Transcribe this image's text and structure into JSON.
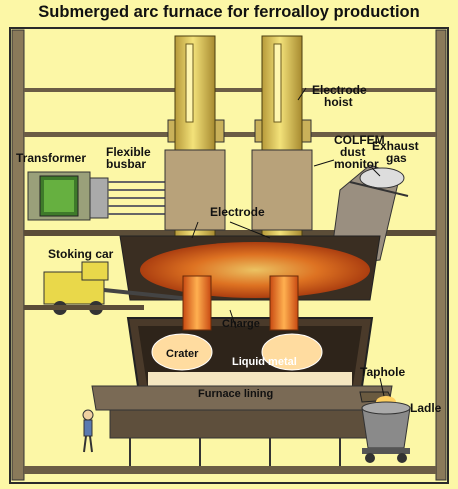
{
  "title": "Submerged arc furnace for ferroalloy production",
  "labels": {
    "electrode_hoist": [
      "Electrode",
      "hoist"
    ],
    "colfem": [
      "COLFEM",
      "dust",
      "monitor"
    ],
    "exhaust_gas": [
      "Exhaust",
      "gas"
    ],
    "transformer": "Transformer",
    "flexible_busbar": [
      "Flexible",
      "busbar"
    ],
    "electrode": "Electrode",
    "stoking_car": "Stoking car",
    "charge": "Charge",
    "crater": "Crater",
    "liquid_metal": "Liquid metal",
    "taphole": "Taphole",
    "ladle": "Ladle",
    "furnace_lining": "Furnace lining"
  },
  "colors": {
    "background": "#fcf7a6",
    "electrode": "#e3d06a",
    "glow": "#e8641c",
    "furnace": "#4a3a2a",
    "lining": "#7a6a55"
  }
}
